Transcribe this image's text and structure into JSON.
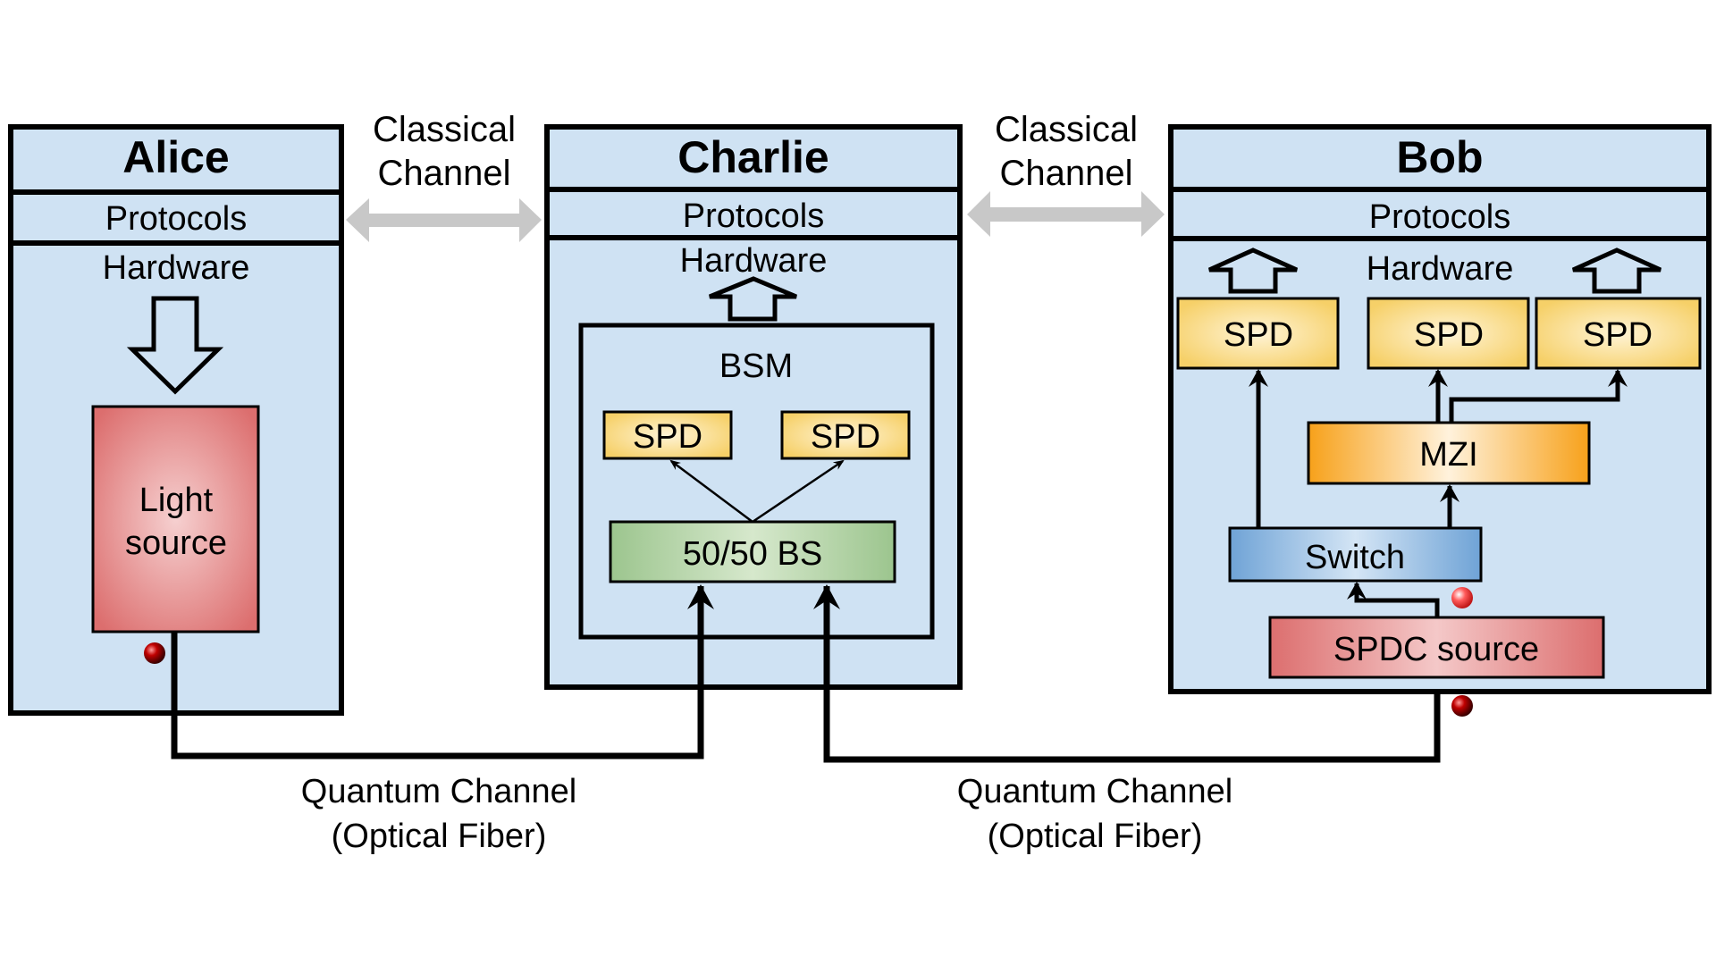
{
  "colors": {
    "panel_fill": "#cfe2f3",
    "panel_stroke": "#000000",
    "classical_arrow": "#c8c8c8",
    "spd_fill": "#f6d068",
    "bs_fill": "#9cc58e",
    "mzi_fill": "#f7a11a",
    "switch_fill": "#6fa3d6",
    "source_fill": "#dc6e6e",
    "photon": "#b00000"
  },
  "nodes": {
    "alice": {
      "title": "Alice",
      "protocols": "Protocols",
      "hardware": "Hardware",
      "light_source": [
        "Light",
        "source"
      ]
    },
    "charlie": {
      "title": "Charlie",
      "protocols": "Protocols",
      "hardware": "Hardware",
      "bsm": "BSM",
      "spd_left": "SPD",
      "spd_right": "SPD",
      "beam_splitter": "50/50 BS"
    },
    "bob": {
      "title": "Bob",
      "protocols": "Protocols",
      "hardware": "Hardware",
      "spd_1": "SPD",
      "spd_2": "SPD",
      "spd_3": "SPD",
      "mzi": "MZI",
      "switch": "Switch",
      "spdc_source": "SPDC source"
    }
  },
  "channels": {
    "classical_left": [
      "Classical",
      "Channel"
    ],
    "classical_right": [
      "Classical",
      "Channel"
    ],
    "quantum_left": [
      "Quantum Channel",
      "(Optical Fiber)"
    ],
    "quantum_right": [
      "Quantum Channel",
      "(Optical Fiber)"
    ]
  }
}
